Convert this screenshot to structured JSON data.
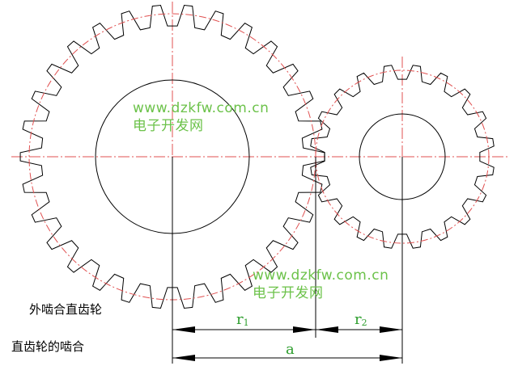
{
  "watermark": {
    "url": "www.dzkfw.com.cn",
    "site_name": "电子开发网"
  },
  "captions": {
    "external_mesh": "外啮合直齿轮",
    "spur_gear_mesh": "直齿轮的啮合"
  },
  "dimensions": {
    "r1": {
      "symbol": "r",
      "subscript": "1"
    },
    "r2": {
      "symbol": "r",
      "subscript": "2"
    },
    "center_distance": "a"
  },
  "gears": {
    "large": {
      "teeth": 30,
      "color": "#000000"
    },
    "small": {
      "teeth": 20,
      "color": "#000000"
    }
  },
  "colors": {
    "pitch_circle": "#e05050",
    "center_line": "#e05050",
    "outline": "#000000",
    "dimension_text": "#2e9e2e",
    "watermark": "#6cc24a"
  }
}
